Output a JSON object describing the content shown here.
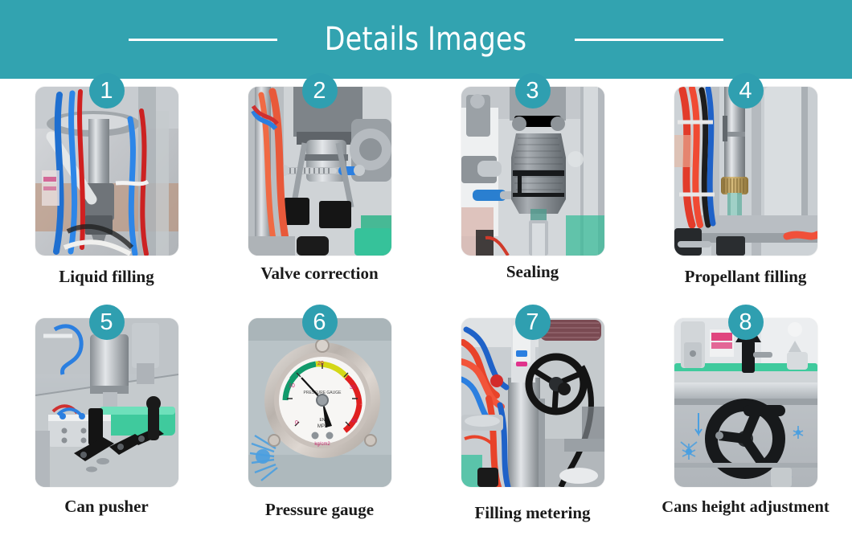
{
  "header": {
    "title": "Details Images",
    "background_color": "#32a3b0",
    "rule_color": "#ffffff"
  },
  "theme": {
    "accent": "#2f9fb0",
    "badge_text_color": "#ffffff",
    "caption_color": "#1a1a1a",
    "page_background": "#ffffff"
  },
  "grid": {
    "rows": 2,
    "columns": 4,
    "items": [
      {
        "number": "1",
        "caption": "Liquid filling",
        "image_name": "liquid-filling-nozzle-photo",
        "image_description": "Close-up of stainless steel liquid filling nozzle with blue and red pneumatic hoses"
      },
      {
        "number": "2",
        "caption": "Valve correction",
        "image_name": "valve-correction-photo",
        "image_description": "Valve correction station with spring linkage and black rubber grippers"
      },
      {
        "number": "3",
        "caption": "Sealing",
        "image_name": "sealing-head-photo",
        "image_description": "Knurled stainless sealing head clamping a can on the machine"
      },
      {
        "number": "4",
        "caption": "Propellant filling",
        "image_name": "propellant-filling-photo",
        "image_description": "Chrome propellant filling rod with brass fitting and red blue cables"
      },
      {
        "number": "5",
        "caption": "Can pusher",
        "image_name": "can-pusher-photo",
        "image_description": "Can pusher assembly with pneumatic cylinders and green guide rail on steel table"
      },
      {
        "number": "6",
        "caption": "Pressure gauge",
        "image_name": "pressure-gauge-photo",
        "image_description": "Panel mounted pressure gauge with green yellow red scale bands"
      },
      {
        "number": "7",
        "caption": "Filling metering",
        "image_name": "filling-metering-photo",
        "image_description": "Filling metering column with black handwheel and colored air hoses"
      },
      {
        "number": "8",
        "caption": "Cans height adjustment",
        "image_name": "cans-height-adjustment-photo",
        "image_description": "Black handwheel for adjusting can height below the conveyor rail"
      }
    ]
  }
}
